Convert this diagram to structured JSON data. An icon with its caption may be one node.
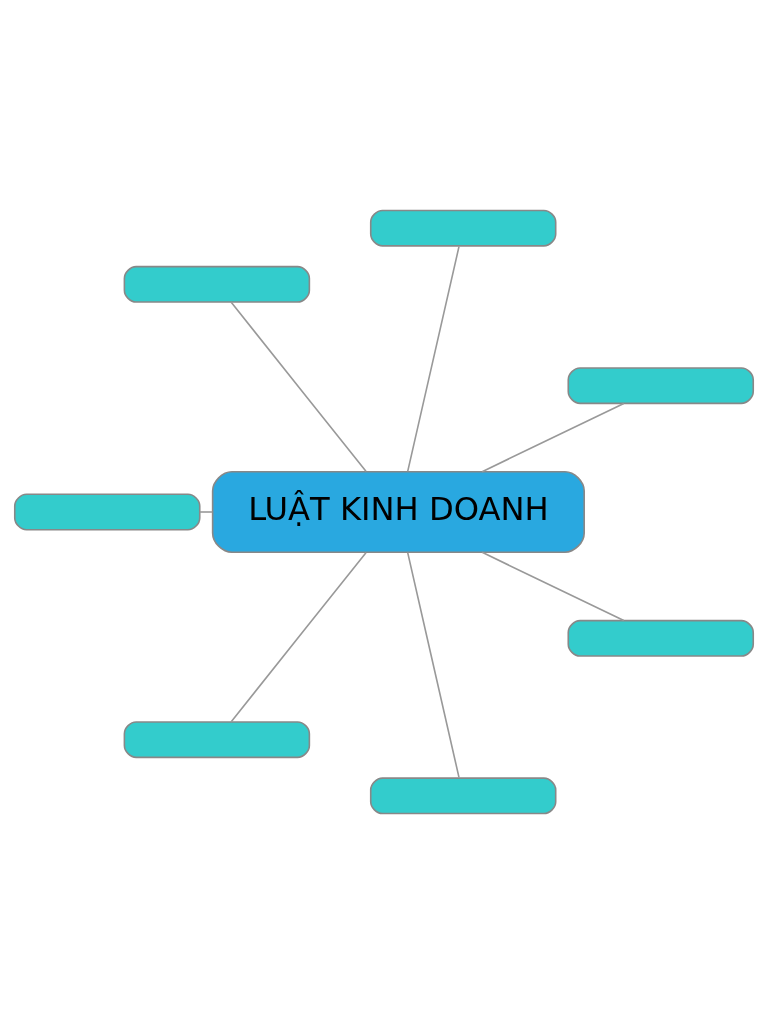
{
  "diagram": {
    "nodes": [
      {
        "text": [
          "LUẬT KINH DOANH"
        ]
      },
      {
        "text": [],
        "shape": "box"
      },
      {
        "text": [],
        "shape": "box"
      },
      {
        "text": [],
        "shape": "box"
      },
      {
        "text": [],
        "shape": "box"
      },
      {
        "text": [],
        "shape": "box"
      },
      {
        "text": [],
        "shape": "box"
      },
      {
        "text": [],
        "shape": "box"
      }
    ],
    "edges": [
      {
        "from": 0,
        "to": 1,
        "arrow": "none"
      },
      {
        "from": 0,
        "to": 2,
        "arrow": "none"
      },
      {
        "from": 0,
        "to": 3,
        "arrow": "none"
      },
      {
        "from": 0,
        "to": 4,
        "arrow": "none"
      },
      {
        "from": 0,
        "to": 5,
        "arrow": "none"
      },
      {
        "from": 0,
        "to": 6,
        "arrow": "none"
      },
      {
        "from": 0,
        "to": 7,
        "arrow": "none"
      }
    ]
  }
}
